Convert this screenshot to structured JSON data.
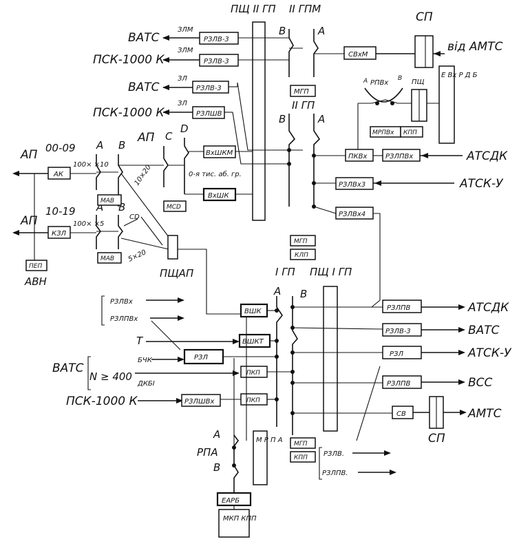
{
  "labels": {
    "top_pshch2gp": "ПЩ II ГП",
    "top_2gpm": "II ГПМ",
    "sp_top": "СП",
    "vid_amts": "від АМТС",
    "vats1": "ВАТС",
    "psk1": "ПСК-1000 К",
    "vats2": "ВАТС",
    "psk2": "ПСК-1000 К",
    "zlm1": "ЗЛМ",
    "zlm2": "ЗЛМ",
    "zl1": "ЗЛ",
    "zl2": "ЗЛ",
    "b_top": "В",
    "a_top": "А",
    "ap1": "АП",
    "ap2": "АП",
    "ap_mid": "АП",
    "r0009": "00-09",
    "r1019": "10-19",
    "m100x10": "100× ×10",
    "m100x5": "100× ×5",
    "m10x20": "10×20",
    "m5x20": "5×20",
    "a_l1": "А",
    "b_l1": "В",
    "c_l1": "С",
    "d_l1": "D",
    "a_l2": "А",
    "b_l2": "В",
    "cd": "СD",
    "group0": "0-я тис. аб. гр.",
    "pshchap": "ПЩАП",
    "avn": "АВН",
    "b_2gp": "В",
    "a_2gp": "А",
    "mgp_2gp": "МГП",
    "gp2": "II ГП",
    "rpvx_a": "А",
    "rpvx_b": "В",
    "rpvx": "РПВх",
    "pshch_r": "ПЩ",
    "atsdk_r": "АТСДК",
    "atsku_r": "АТСК-У",
    "gp1": "I ГП",
    "pshch1gp": "ПЩ I ГП",
    "a_1gp": "А",
    "b_1gp": "В",
    "t": "Т",
    "bchk": "БЧК",
    "dkbi": "ДКБІ",
    "vats_l": "ВАТС",
    "n400": "N ≥ 400",
    "psk_l": "ПСК-1000 К",
    "rpa": "РПА",
    "rpa_a": "А",
    "rpa_b": "В",
    "mrpa": "М Р П А",
    "atsdk_o": "АТСДК",
    "vats_o": "ВАТС",
    "atsku_o": "АТСК-У",
    "vss_o": "ВСС",
    "amts_o": "АМТС",
    "sp_bot": "СП",
    "evrdb": "Е Вх Р Д Б"
  },
  "boxes": {
    "rzlv3_1": "РЗЛВ-3",
    "rzlv3_2": "РЗЛВ-3",
    "rzlv3_3": "РЗЛВ-3",
    "rzlshv": "РЗЛШВ",
    "svxm": "СВхМ",
    "vxshkm": "ВхШКМ",
    "vxshk": "ВхШК",
    "ak": "АК",
    "kzl": "КЗЛ",
    "mav1": "МАВ",
    "mav2": "МАВ",
    "mcd": "МСD",
    "pep": "ПЕП",
    "mgp_top": "МГП",
    "mrpvx": "МРПВх",
    "kpp_top": "КПП",
    "pkvx": "ПКВх",
    "rzlpvx": "РЗЛПВх",
    "rzlvx3": "РЗЛВх3",
    "rzlvx4": "РЗЛВх4",
    "mgp_mid": "МГП",
    "klp_mid": "КЛП",
    "rzlvx_in": "РЗЛВх",
    "rzlpvx_in": "РЗЛПВх",
    "vshk": "ВШК",
    "vshkt": "ВШКТ",
    "rzl_in": "РЗЛ",
    "pkp1": "ПКП",
    "pkp2": "ПКП",
    "rzlshvx": "РЗЛШВх",
    "rzlpv_o": "РЗЛПВ",
    "rzlv3_o": "РЗЛВ-3",
    "rzl_o": "РЗЛ",
    "rzlpv_o2": "РЗЛПВ",
    "sv": "СВ",
    "mgp_bot": "МГП",
    "kpp_bot": "КПП",
    "rzlv_bot": "РЗЛВ.",
    "rzlpv_bot": "РЗЛПВ.",
    "earb": "ЕАРБ",
    "mkp_kpp": "МКП КПП"
  }
}
